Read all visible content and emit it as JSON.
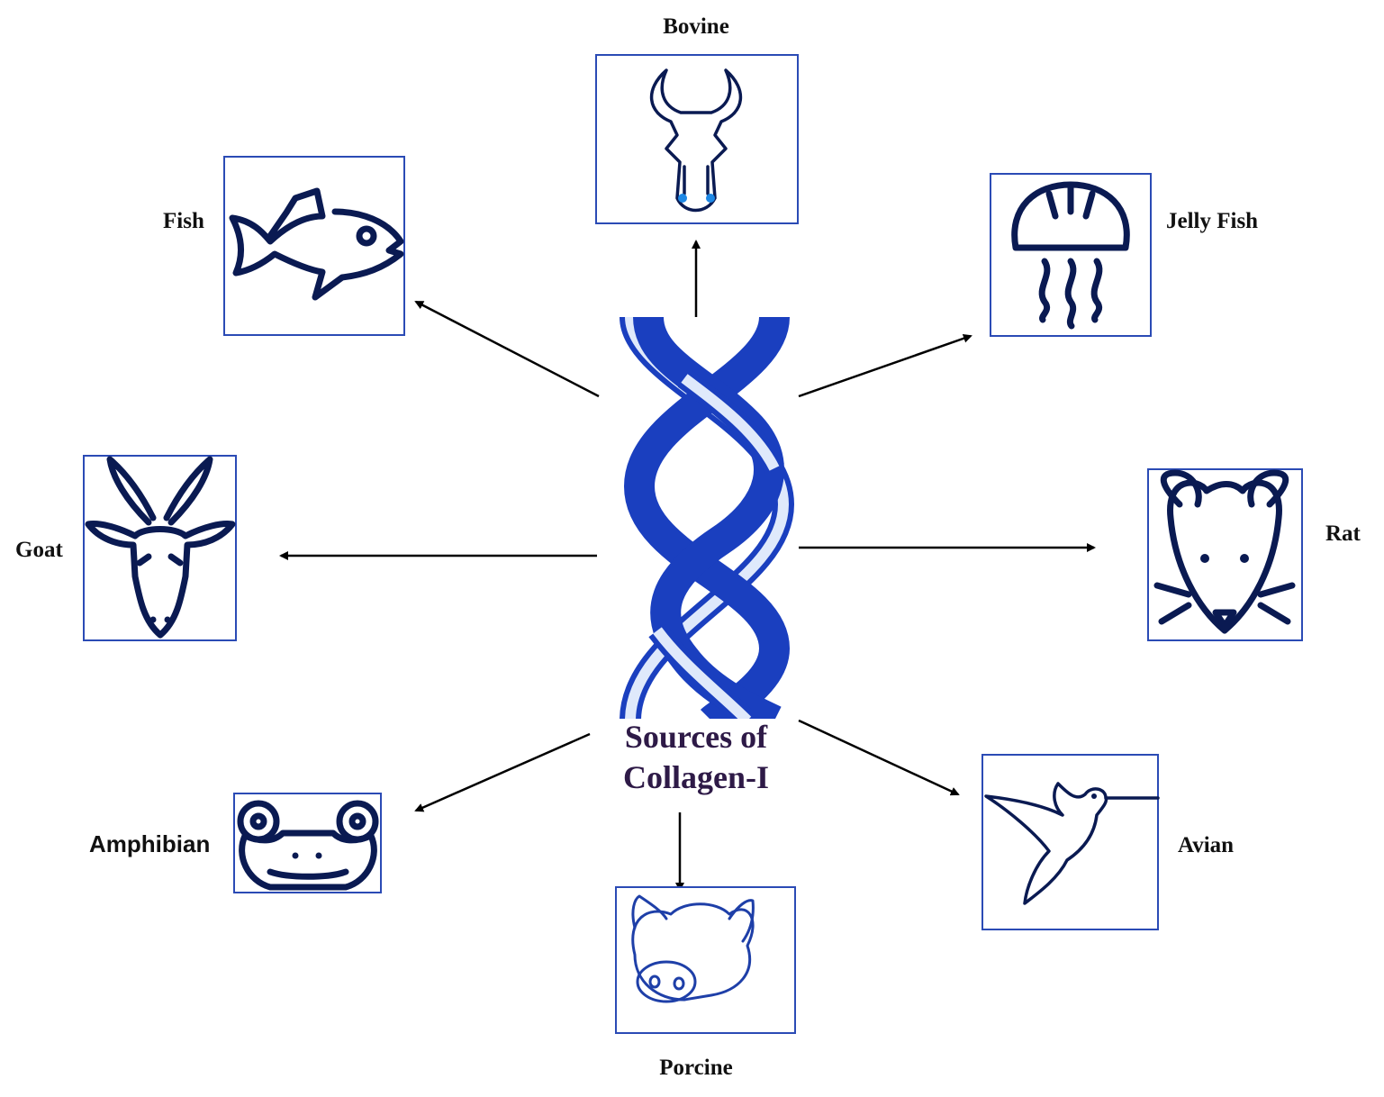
{
  "diagram": {
    "center_label_line1": "Sources of",
    "center_label_line2": "Collagen-I",
    "sources": [
      {
        "id": "bovine",
        "label": "Bovine",
        "icon": "cow-head-icon"
      },
      {
        "id": "jellyfish",
        "label": "Jelly Fish",
        "icon": "jellyfish-icon"
      },
      {
        "id": "rat",
        "label": "Rat",
        "icon": "rat-face-icon"
      },
      {
        "id": "avian",
        "label": "Avian",
        "icon": "hummingbird-icon"
      },
      {
        "id": "porcine",
        "label": "Porcine",
        "icon": "pig-head-icon"
      },
      {
        "id": "amphibian",
        "label": "Amphibian",
        "icon": "frog-face-icon"
      },
      {
        "id": "goat",
        "label": "Goat",
        "icon": "goat-head-icon"
      },
      {
        "id": "fish",
        "label": "Fish",
        "icon": "fish-icon"
      }
    ],
    "colors": {
      "helix": "#1a3fbf",
      "helix_highlight": "#dfe9fb",
      "icon_stroke": "#0a1a52",
      "box_border": "#2b4bb5"
    }
  }
}
